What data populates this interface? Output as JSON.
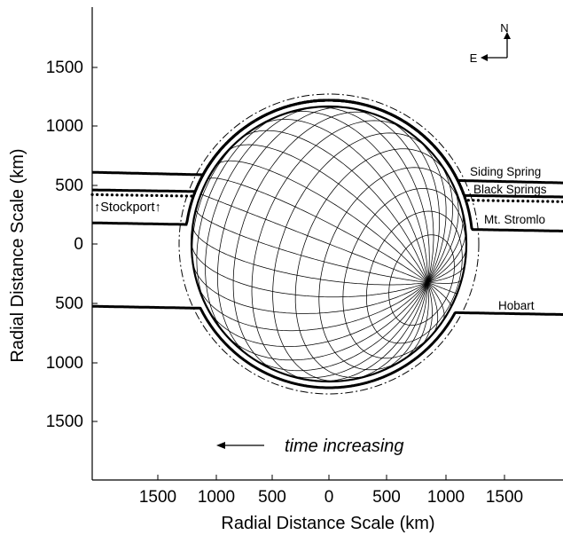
{
  "chart_data": {
    "type": "scatter",
    "xlabel": "Radial Distance Scale  (km)",
    "ylabel": "Radial Distance Scale  (km)",
    "x_ticks": [
      "1500",
      "1000",
      "500",
      "0",
      "500",
      "1000",
      "1500"
    ],
    "y_ticks": [
      "1500",
      "1000",
      "500",
      "0",
      "500",
      "1000",
      "1500"
    ],
    "xlim": [
      -2000,
      2000
    ],
    "ylim": [
      -2000,
      2000
    ],
    "grid": false,
    "body": {
      "radius_km": 1170,
      "outer_ring_radius_km": 1270,
      "graticule": "latitude-longitude wireframe sphere"
    },
    "series": [
      {
        "name": "Siding Spring",
        "west_km": 610,
        "east_km": 520,
        "style": "solid"
      },
      {
        "name": "Black Springs",
        "west_km": 460,
        "east_km": 400,
        "style": "solid"
      },
      {
        "name": "Stockport",
        "west_km": 420,
        "east_km": 360,
        "style": "dotted"
      },
      {
        "name": "Mt. Stromlo",
        "west_km": 180,
        "east_km": 110,
        "style": "solid"
      },
      {
        "name": "Hobart",
        "west_km": -530,
        "east_km": -600,
        "style": "solid"
      }
    ],
    "annotations": {
      "stockport_label": "↑Stockport↑",
      "direction_note": "time increasing",
      "compass_north": "N",
      "compass_east": "E"
    }
  }
}
